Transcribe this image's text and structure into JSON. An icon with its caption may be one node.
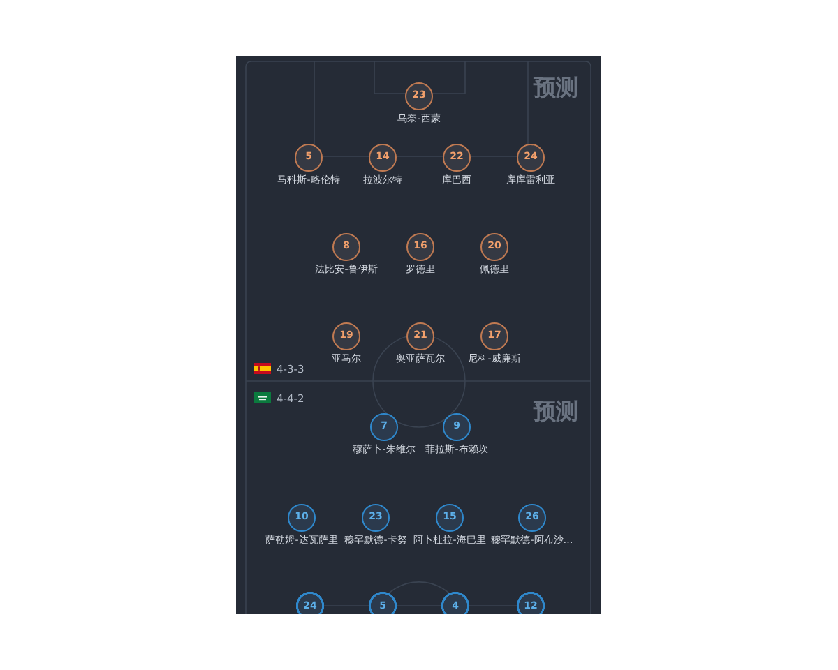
{
  "diagram": {
    "nodes": [
      {
        "text": [
          "23"
        ],
        "beside": [
          "乌奈-西蒙"
        ]
      },
      {
        "text": [
          "5"
        ],
        "beside": [
          "马科斯-略伦特"
        ]
      },
      {
        "text": [
          "14"
        ],
        "beside": [
          "拉波尔特"
        ]
      },
      {
        "text": [
          "22"
        ],
        "beside": [
          "库巴西"
        ]
      },
      {
        "text": [
          "24"
        ],
        "beside": [
          "库库雷利亚"
        ]
      },
      {
        "text": [
          "8"
        ],
        "beside": [
          "法比安-鲁伊斯"
        ]
      },
      {
        "text": [
          "16"
        ],
        "beside": [
          "罗德里"
        ]
      },
      {
        "text": [
          "20"
        ],
        "beside": [
          "佩德里"
        ]
      },
      {
        "text": [
          "19"
        ],
        "beside": [
          "亚马尔"
        ]
      },
      {
        "text": [
          "21"
        ],
        "beside": [
          "奥亚萨瓦尔"
        ]
      },
      {
        "text": [
          "17"
        ],
        "beside": [
          "尼科-威廉斯"
        ]
      },
      {
        "text": [
          "7"
        ],
        "beside": [
          "穆萨卜-朱维尔"
        ]
      },
      {
        "text": [
          "9"
        ],
        "beside": [
          "菲拉斯-布赖坎"
        ]
      },
      {
        "text": [
          "10"
        ],
        "beside": [
          "萨勒姆-达瓦萨里"
        ]
      },
      {
        "text": [
          "23"
        ],
        "beside": [
          "穆罕默德-卡努"
        ]
      },
      {
        "text": [
          "15"
        ],
        "beside": [
          "阿卜杜拉-海巴里"
        ]
      },
      {
        "text": [
          "26"
        ],
        "beside": [
          "穆罕默德-阿布沙…"
        ]
      },
      {
        "text": [
          "24"
        ]
      },
      {
        "text": [
          "5"
        ]
      },
      {
        "text": [
          "4"
        ]
      },
      {
        "text": [
          "12"
        ]
      }
    ],
    "labels": [
      "预测",
      "4-3-3",
      "4-4-2",
      "预测"
    ]
  }
}
